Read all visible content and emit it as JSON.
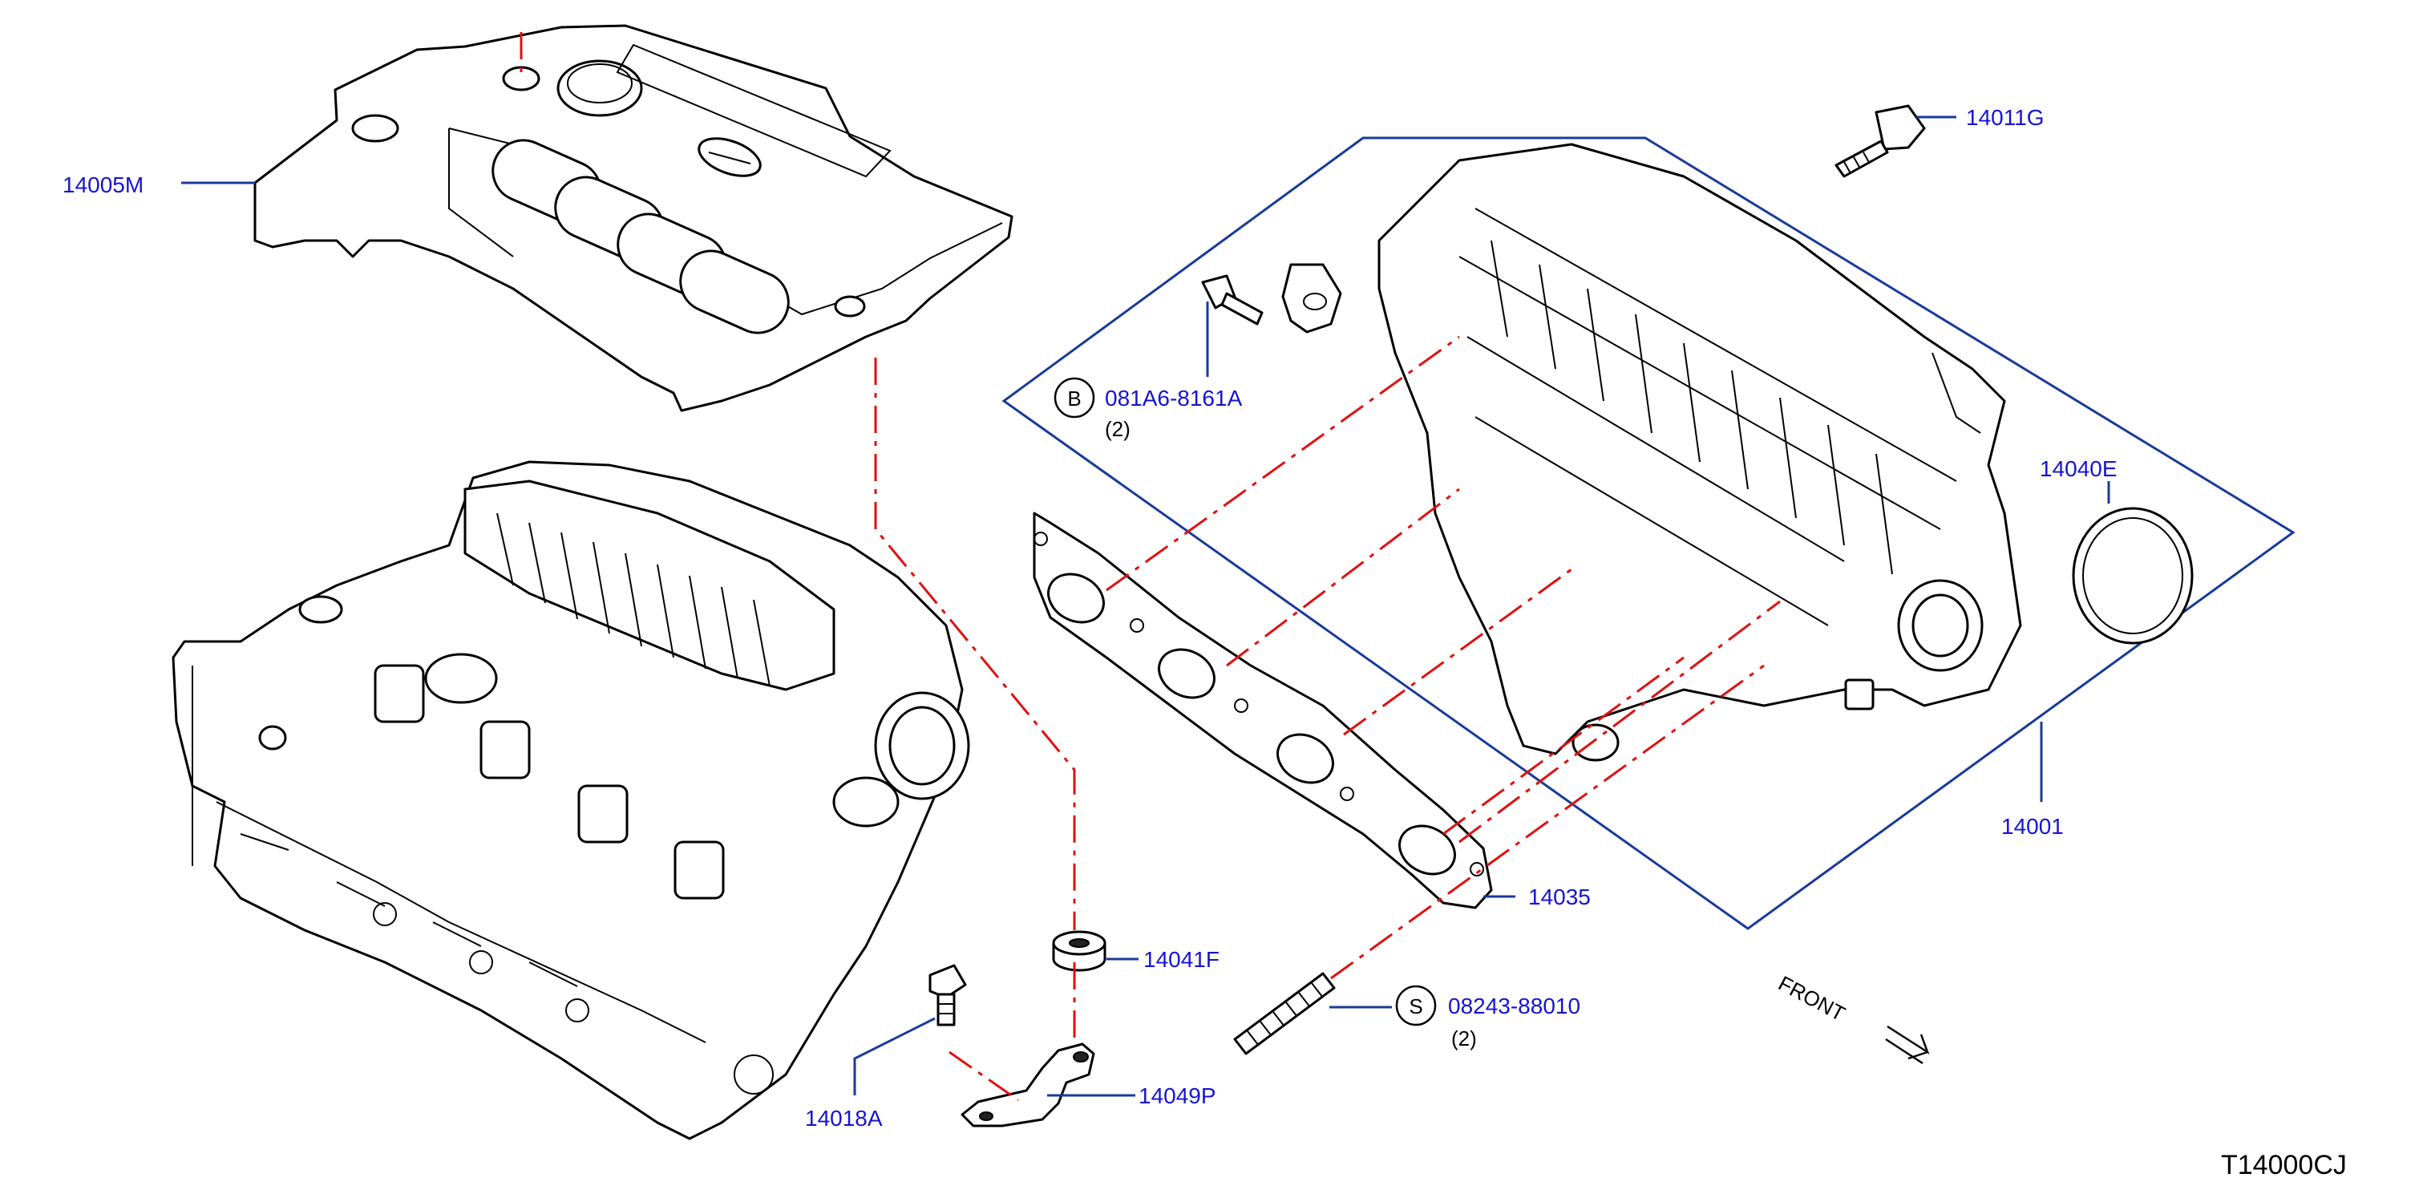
{
  "diagram_code": "T14000CJ",
  "front_label": "FRONT",
  "parts": {
    "engine_cover": "14005M",
    "bolt_top": "14011G",
    "bolt_b_part": "081A6-8161A",
    "bolt_b_qty": "(2)",
    "bolt_b_symbol": "B",
    "gasket_ring": "14040E",
    "manifold": "14001",
    "gasket": "14035",
    "grommet": "14041F",
    "stud_part": "08243-88010",
    "stud_qty": "(2)",
    "stud_symbol": "S",
    "bolt_bracket": "14018A",
    "bracket": "14049P"
  },
  "colors": {
    "label": "#1414d2",
    "leader": "#1a3a9a",
    "centerline": "#e01010"
  }
}
